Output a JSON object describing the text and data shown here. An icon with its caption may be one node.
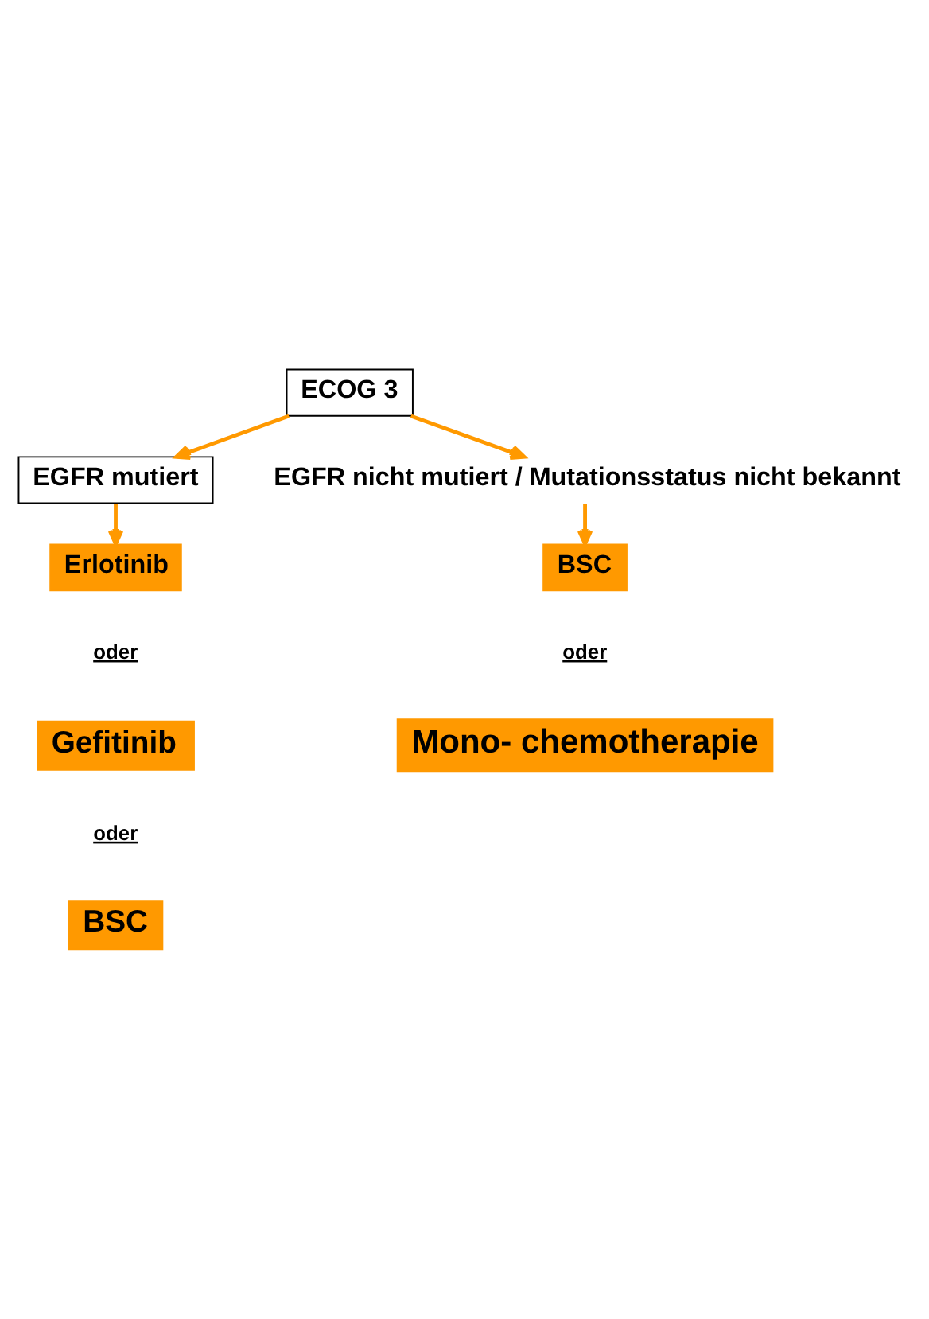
{
  "diagram": {
    "nodes": [
      {
        "text": [
          "ECOG 3"
        ]
      },
      {
        "text": [
          "EGFR mutiert"
        ]
      },
      {
        "text": [
          "EGFR nicht mutiert / Mutationsstatus nicht bekannt"
        ]
      },
      {
        "text": [
          "Erlotinib"
        ]
      },
      {
        "text": [
          "Gefitinib"
        ]
      },
      {
        "text": [
          "BSC"
        ]
      },
      {
        "text": [
          "BSC"
        ]
      },
      {
        "text": [
          "Mono- chemotherapie"
        ]
      }
    ],
    "edges": [
      {
        "from": 0,
        "to": 1,
        "arrow": "to"
      },
      {
        "from": 0,
        "to": 2,
        "arrow": "to"
      },
      {
        "from": 1,
        "to": 3,
        "arrow": "to"
      },
      {
        "from": 2,
        "to": 6,
        "arrow": "to"
      }
    ],
    "labels": [
      "oder",
      "oder",
      "oder"
    ]
  }
}
